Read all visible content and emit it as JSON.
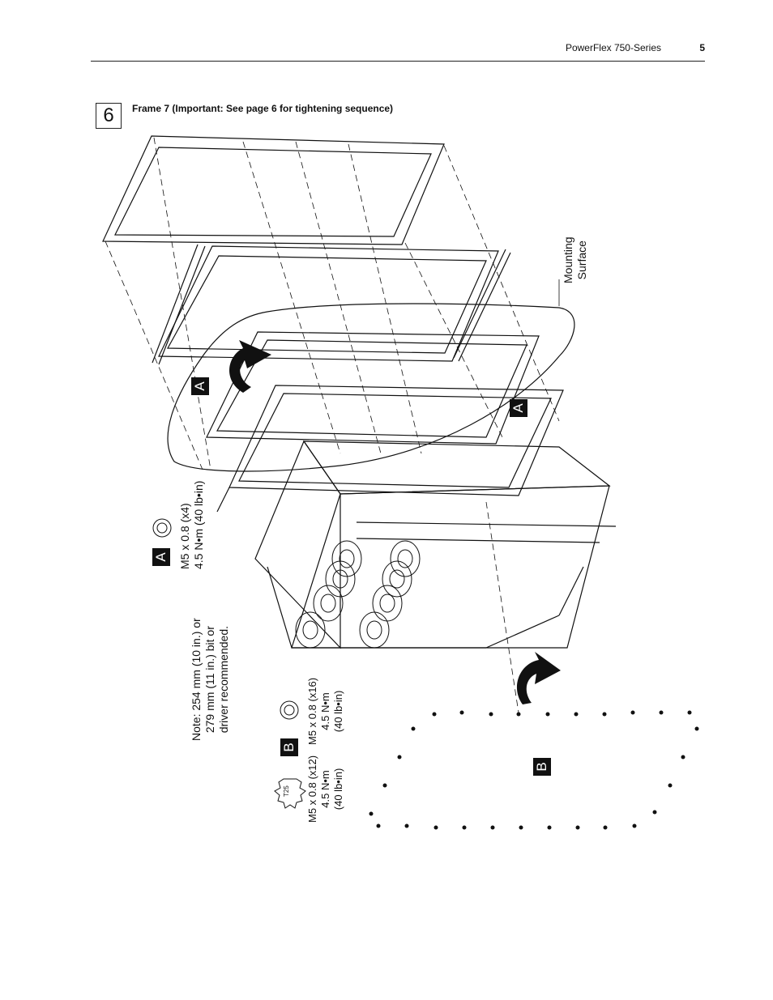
{
  "header": {
    "title": "PowerFlex 750-Series",
    "page_number": "5"
  },
  "step": {
    "number": "6",
    "title": "Frame 7 (Important: See page 6 for tightening sequence)"
  },
  "labels": {
    "mounting_surface": [
      "Mounting",
      "Surface"
    ],
    "callout_a": "A",
    "callout_b": "B"
  },
  "fastener_a": {
    "spec": "M5 x 0.8 (x4)",
    "torque": "4.5 N•m (40 lb•in)"
  },
  "fastener_b_hex": {
    "spec": "M5 x 0.8 (x16)",
    "torque": "4.5 N•m",
    "torque_imperial": "(40 lb•in)"
  },
  "fastener_b_torx": {
    "bit": "T25",
    "spec": "M5 x 0.8 (x12)",
    "torque": "4.5 N•m",
    "torque_imperial": "(40 lb•in)"
  },
  "note": [
    "Note: 254 mm (10 in.) or",
    "279 mm (11 in.) bit or",
    "driver recommended."
  ]
}
